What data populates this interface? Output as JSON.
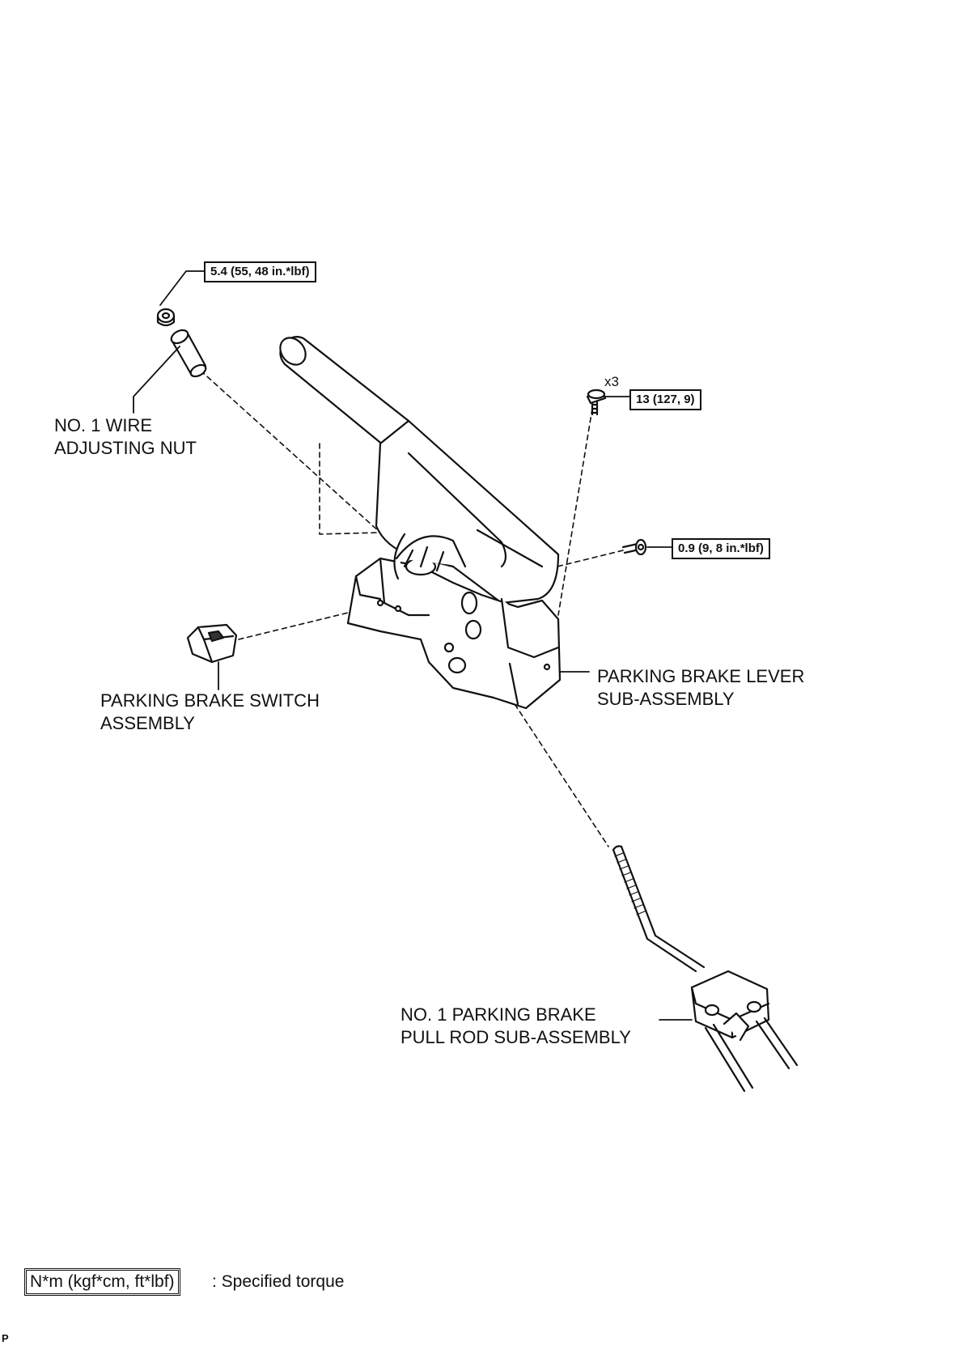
{
  "labels": {
    "wire_nut": [
      "NO. 1 WIRE",
      "ADJUSTING NUT"
    ],
    "switch": [
      "PARKING BRAKE SWITCH",
      "ASSEMBLY"
    ],
    "lever": [
      "PARKING BRAKE LEVER",
      "SUB-ASSEMBLY"
    ],
    "pull_rod": [
      "NO. 1 PARKING BRAKE",
      "PULL ROD SUB-ASSEMBLY"
    ]
  },
  "torques": {
    "nut": "5.4 (55, 48 in.*lbf)",
    "bolts": "13 (127, 9)",
    "screw": "0.9 (9, 8 in.*lbf)"
  },
  "quantity": "x3",
  "legend": {
    "unit_box": "N*m (kgf*cm, ft*lbf)",
    "text": ": Specified torque"
  },
  "figure_code": "P"
}
